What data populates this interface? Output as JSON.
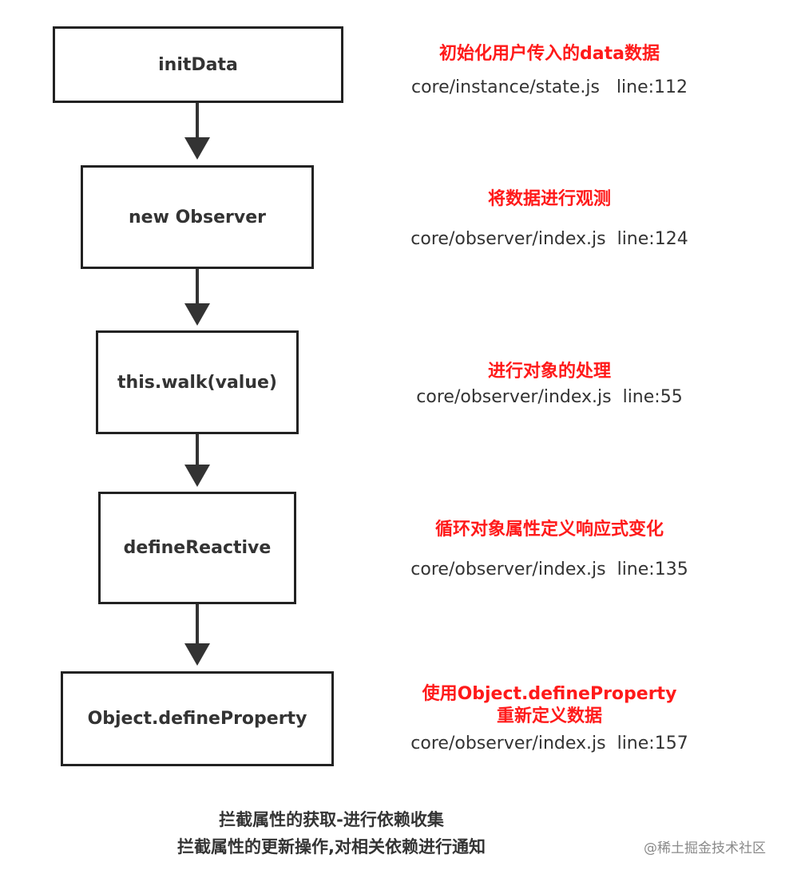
{
  "flow": {
    "nodes": [
      {
        "label": "initData"
      },
      {
        "label": "new Observer"
      },
      {
        "label": "this.walk(value)"
      },
      {
        "label": "defineReactive"
      },
      {
        "label": "Object.defineProperty"
      }
    ],
    "edge_color": "#333333"
  },
  "notes": [
    {
      "title": "初始化用户传入的data数据",
      "title2": "",
      "path": "core/instance/state.js   line:112"
    },
    {
      "title": "将数据进行观测",
      "title2": "",
      "path": "core/observer/index.js  line:124"
    },
    {
      "title": "进行对象的处理",
      "title2": "",
      "path": "core/observer/index.js  line:55"
    },
    {
      "title": "循环对象属性定义响应式变化",
      "title2": "",
      "path": "core/observer/index.js  line:135"
    },
    {
      "title": "使用Object.defineProperty",
      "title2": "重新定义数据",
      "path": "core/observer/index.js  line:157"
    }
  ],
  "footer": {
    "line1": "拦截属性的获取-进行依赖收集",
    "line2": "拦截属性的更新操作,对相关依赖进行通知"
  },
  "watermark": "@稀土掘金技术社区",
  "colors": {
    "note_title": "#ff1a1a",
    "text": "#333333",
    "border": "#222222"
  }
}
